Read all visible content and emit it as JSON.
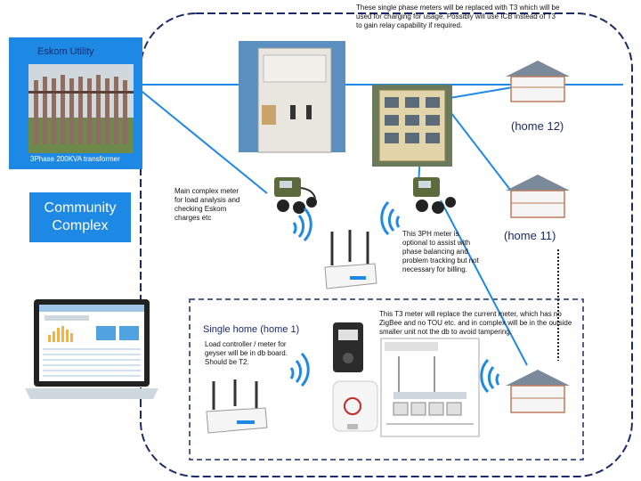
{
  "top_note": "These single phase meters will be replaced with T3 which will be used for charging for usage. Possibly will use ICB instead of T3 to gain relay capability if required.",
  "utility": {
    "label": "Eskom Utility",
    "transformer_label": "3Phase 200KVA transformer"
  },
  "complex": {
    "label": "Community Complex",
    "main_meter_note": "Main complex meter for load analysis and checking Eskom charges etc"
  },
  "three_phase_note": "This 3PH meter is optional to assist with phase balancing and problem tracking but not necessary for billing.",
  "home12_label": "(home 12)",
  "home11_label": "(home 11)",
  "t3_note": "This T3 meter will replace the current meter, which has no ZigBee and no TOU etc. and in complex will be in the outside smaller unit not the db to avoid tampering.",
  "single_home": {
    "label": "Single home (home 1)",
    "note": "Load controller / meter for geyser will be in db board. Should be T2."
  },
  "colors": {
    "accent_blue": "#1e88e5",
    "link_blue": "#1565c0",
    "dark_navy": "#1a2a6c"
  }
}
